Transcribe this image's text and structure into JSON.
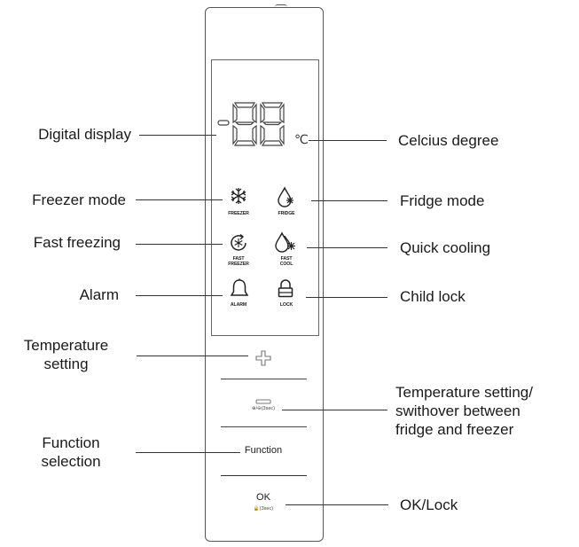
{
  "callouts": {
    "digital_display": "Digital display",
    "freezer_mode": "Freezer mode",
    "fast_freezing": "Fast freezing",
    "alarm": "Alarm",
    "temperature_setting_left": "Temperature\nsetting",
    "function_selection": "Function\nselection",
    "celcius_degree": "Celcius degree",
    "fridge_mode": "Fridge mode",
    "quick_cooling": "Quick cooling",
    "child_lock": "Child lock",
    "temperature_switchover": "Temperature setting/\nswithover between\nfridge and freezer",
    "ok_lock": "OK/Lock"
  },
  "display": {
    "digits": "88",
    "unit": "℃",
    "minus": "−"
  },
  "icons": {
    "freezer_label": "FREEZER",
    "fridge_label": "FRIDGE",
    "fast_freezer_label": "FAST\nFREEZER",
    "fast_cool_label": "FAST\nCOOL",
    "alarm_label": "ALARM",
    "lock_label": "LOCK"
  },
  "buttons": {
    "plus": "+",
    "minus_sub": "⊕/⊖(3sec)",
    "function_label": "Function",
    "ok_label": "OK",
    "ok_sub": "🔒(3sec)"
  }
}
